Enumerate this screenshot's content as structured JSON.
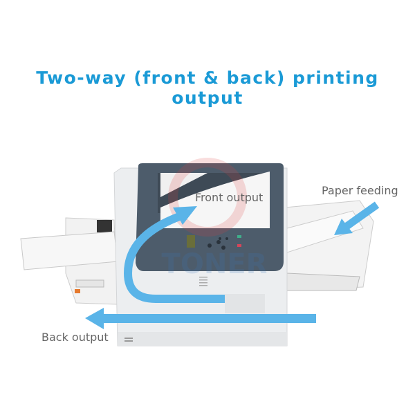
{
  "title": "Two-way (front & back) printing output",
  "labels": {
    "front_output": "Front output",
    "paper_feeding": "Paper feeding",
    "back_output": "Back output"
  },
  "watermark": "OZ TONER",
  "colors": {
    "title": "#1a9ad6",
    "arrow": "#5ab4e8",
    "label": "#666666",
    "printer_top": "#4d5c6b",
    "printer_body": "#eceef0"
  }
}
